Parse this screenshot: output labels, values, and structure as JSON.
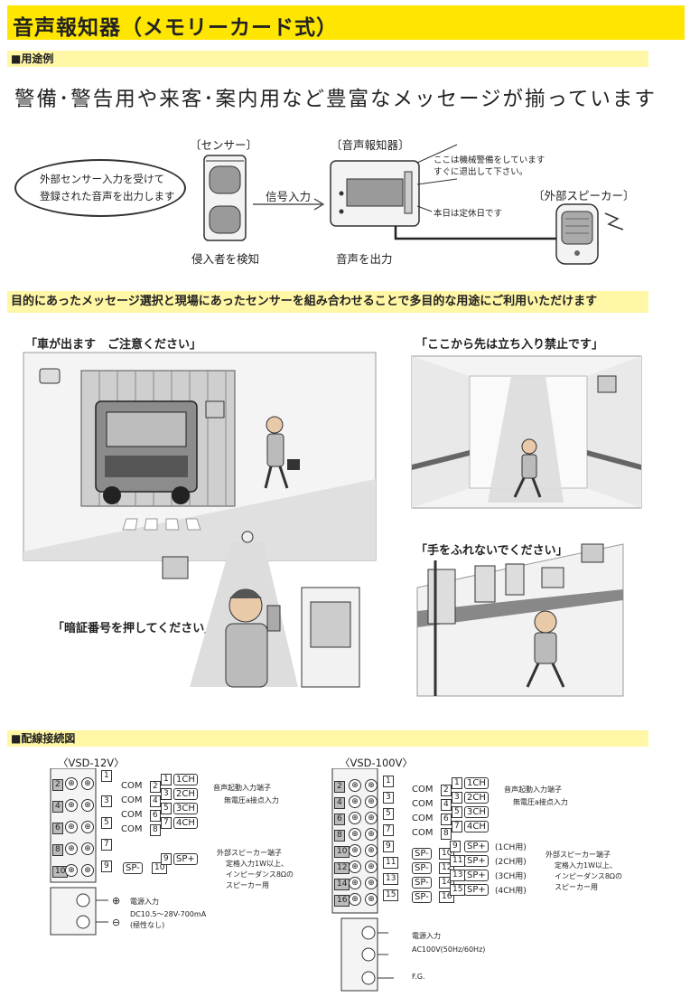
{
  "title": "音声報知器（メモリーカード式）",
  "section_usage": "■用途例",
  "headline": "警備･警告用や来客･案内用など豊富なメッセージが揃っています",
  "diagram": {
    "sensor_label": "〔センサー〕",
    "device_label": "〔音声報知器〕",
    "speaker_label": "〔外部スピーカー〕",
    "bubble_line1": "外部センサー入力を受けて",
    "bubble_line2": "登録された音声を出力します",
    "signal_input": "信号入力",
    "detect": "侵入者を検知",
    "output": "音声を出力",
    "message1_line1": "ここは機械警備をしています",
    "message1_line2": "すぐに退出して下さい。",
    "message2": "本日は定休日です"
  },
  "band_text": "目的にあったメッセージ選択と現場にあったセンサーを組み合わせることで多目的な用途にご利用いただけます",
  "scenes": {
    "car": "「車が出ます　ご注意ください」",
    "no_entry": "「ここから先は立ち入り禁止です」",
    "pin": "「暗証番号を押してください」",
    "no_touch": "「手をふれないでください」"
  },
  "section_wiring": "■配線接続図",
  "vsd12": {
    "model": "〈VSD-12V〉",
    "left_nums": [
      "2",
      "4",
      "6",
      "8",
      "10"
    ],
    "right_nums": [
      "1",
      "3",
      "5",
      "7",
      "9"
    ],
    "com": "COM",
    "ch_rows": [
      {
        "a": "2",
        "b": "1",
        "ch": "1CH"
      },
      {
        "a": "4",
        "b": "3",
        "ch": "2CH"
      },
      {
        "a": "6",
        "b": "5",
        "ch": "3CH"
      },
      {
        "a": "8",
        "b": "7",
        "ch": "4CH"
      }
    ],
    "input_note1": "音声起動入力端子",
    "input_note2": "無電圧a接点入力",
    "sp_minus": "SP-",
    "sp_plus": "SP+",
    "sp_a": "10",
    "sp_b": "9",
    "sp_note1": "外部スピーカー端子",
    "sp_note2": "定格入力1W以上、",
    "sp_note3": "インピーダンス8Ωの",
    "sp_note4": "スピーカー用",
    "plus_sym": "⊕",
    "minus_sym": "⊖",
    "power1": "電源入力",
    "power2": "DC10.5～28V-700mA",
    "power3": "(極性なし)"
  },
  "vsd100": {
    "model": "〈VSD-100V〉",
    "left_nums": [
      "2",
      "4",
      "6",
      "8",
      "10",
      "12",
      "14",
      "16"
    ],
    "right_nums": [
      "1",
      "3",
      "5",
      "7",
      "9",
      "11",
      "13",
      "15"
    ],
    "com": "COM",
    "ch_rows": [
      {
        "a": "2",
        "b": "1",
        "ch": "1CH"
      },
      {
        "a": "4",
        "b": "3",
        "ch": "2CH"
      },
      {
        "a": "6",
        "b": "5",
        "ch": "3CH"
      },
      {
        "a": "8",
        "b": "7",
        "ch": "4CH"
      }
    ],
    "input_note1": "音声起動入力端子",
    "input_note2": "無電圧a接点入力",
    "sp_rows": [
      {
        "a": "10",
        "b": "9",
        "use": "(1CH用)"
      },
      {
        "a": "12",
        "b": "11",
        "use": "(2CH用)"
      },
      {
        "a": "14",
        "b": "13",
        "use": "(3CH用)"
      },
      {
        "a": "16",
        "b": "15",
        "use": "(4CH用)"
      }
    ],
    "sp_minus": "SP-",
    "sp_plus": "SP+",
    "sp_note1": "外部スピーカー端子",
    "sp_note2": "定格入力1W以上、",
    "sp_note3": "インピーダンス8Ωの",
    "sp_note4": "スピーカー用",
    "power1": "電源入力",
    "power2": "AC100V(50Hz/60Hz)",
    "fg": "F.G."
  }
}
